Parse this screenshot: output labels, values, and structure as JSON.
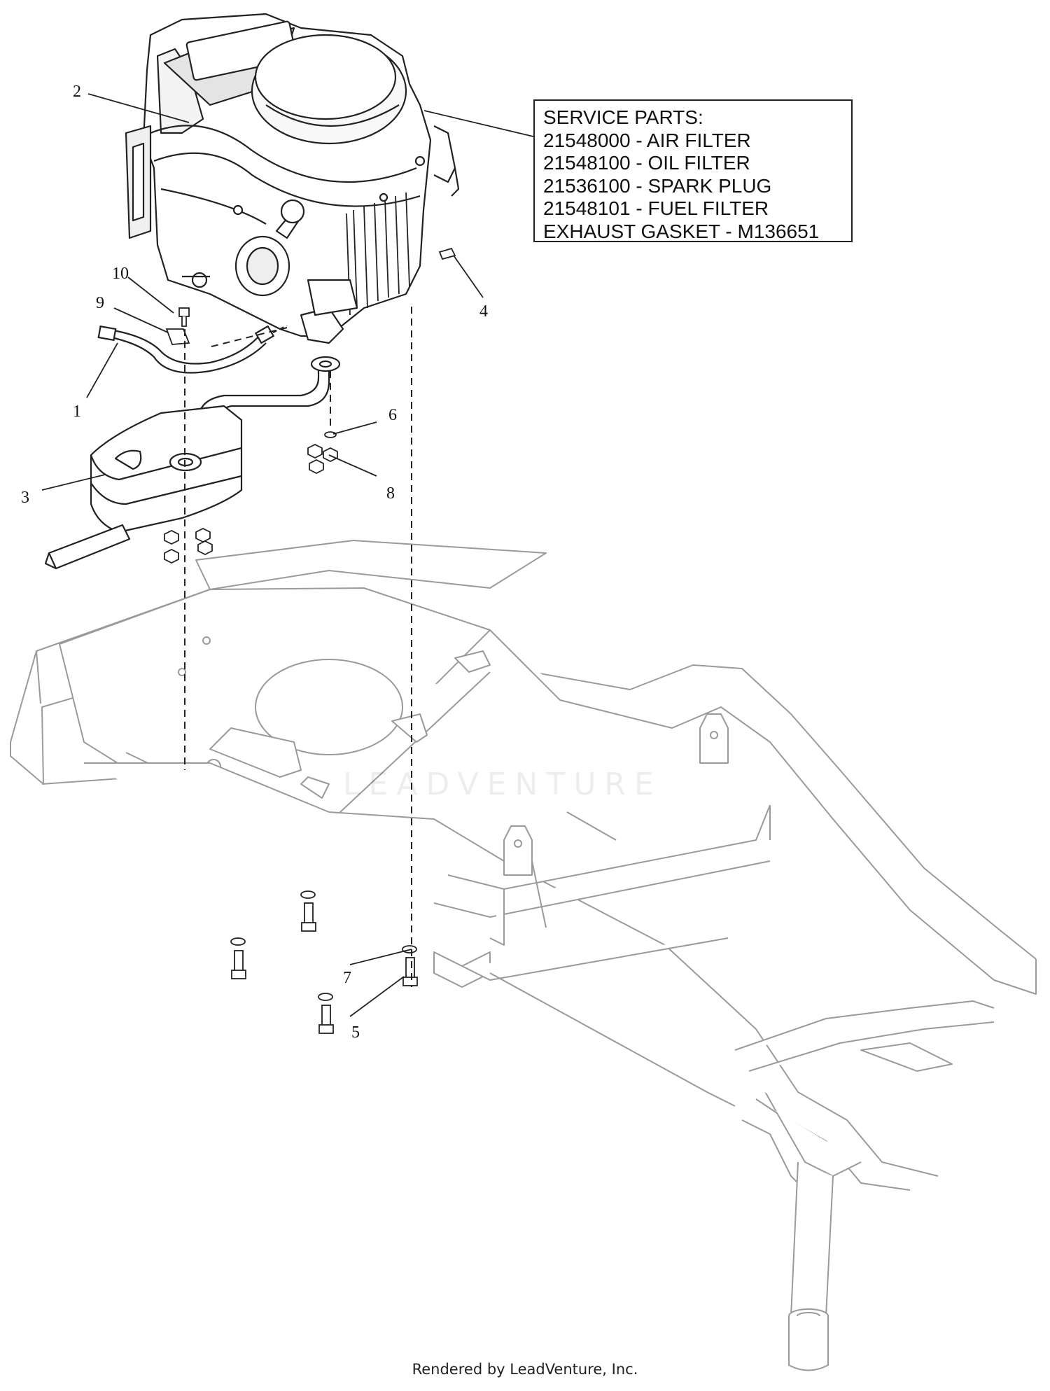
{
  "service_parts": {
    "title": "SERVICE PARTS:",
    "lines": [
      "21548000 - AIR FILTER",
      "21548100 - OIL FILTER",
      "21536100 - SPARK PLUG",
      "21548101 - FUEL FILTER",
      "EXHAUST GASKET - M136651"
    ]
  },
  "callouts": [
    "1",
    "2",
    "3",
    "4",
    "5",
    "6",
    "7",
    "8",
    "9",
    "10"
  ],
  "watermark": "LEADVENTURE",
  "footer": "Rendered by LeadVenture, Inc.",
  "colors": {
    "line": "#222222",
    "frame_line": "#9a9a9a",
    "engine_shade": "#e4e4e4"
  }
}
